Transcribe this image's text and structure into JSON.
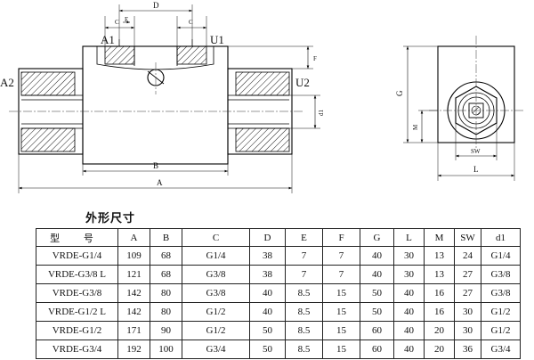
{
  "drawing": {
    "side_view": {
      "top_labels": {
        "d": "D",
        "c_left": "C",
        "e": "E",
        "c_right": "C"
      },
      "port_labels": {
        "a1": "A1",
        "u1": "U1",
        "a2": "A2",
        "u2": "U2"
      },
      "right_labels": {
        "f": "F",
        "d1": "d1"
      },
      "bottom_labels": {
        "b": "B",
        "a": "A"
      }
    },
    "end_view": {
      "labels": {
        "g": "G",
        "m": "M",
        "sw": "SW",
        "l": "L"
      }
    }
  },
  "table": {
    "title": "外形尺寸",
    "headers": [
      "型 号",
      "A",
      "B",
      "C",
      "D",
      "E",
      "F",
      "G",
      "L",
      "M",
      "SW",
      "d1"
    ],
    "rows": [
      [
        "VRDE-G1/4",
        "109",
        "68",
        "G1/4",
        "38",
        "7",
        "7",
        "40",
        "30",
        "13",
        "24",
        "G1/4"
      ],
      [
        "VRDE-G3/8 L",
        "121",
        "68",
        "G3/8",
        "38",
        "7",
        "7",
        "40",
        "30",
        "13",
        "27",
        "G3/8"
      ],
      [
        "VRDE-G3/8",
        "142",
        "80",
        "G3/8",
        "40",
        "8.5",
        "15",
        "50",
        "40",
        "16",
        "27",
        "G3/8"
      ],
      [
        "VRDE-G1/2 L",
        "142",
        "80",
        "G1/2",
        "40",
        "8.5",
        "15",
        "50",
        "40",
        "16",
        "30",
        "G1/2"
      ],
      [
        "VRDE-G1/2",
        "171",
        "90",
        "G1/2",
        "50",
        "8.5",
        "15",
        "60",
        "40",
        "20",
        "30",
        "G1/2"
      ],
      [
        "VRDE-G3/4",
        "192",
        "100",
        "G3/4",
        "50",
        "8.5",
        "15",
        "60",
        "40",
        "20",
        "36",
        "G3/4"
      ]
    ]
  }
}
